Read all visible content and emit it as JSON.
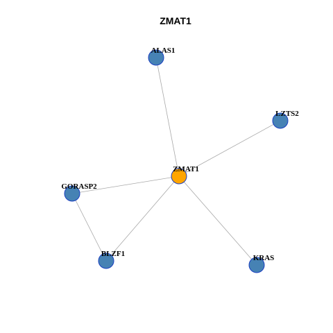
{
  "title": "ZMAT1",
  "colors": {
    "center_fill": "#FFA500",
    "neighbor_fill": "#4682B4",
    "node_stroke": "#1A3FC0",
    "edge": "#A8A8A8"
  },
  "nodes": [
    {
      "id": "ZMAT1",
      "label": "ZMAT1",
      "role": "center"
    },
    {
      "id": "ALAS1",
      "label": "ALAS1",
      "role": "neighbor"
    },
    {
      "id": "LZTS2",
      "label": "LZTS2",
      "role": "neighbor"
    },
    {
      "id": "GORASP2",
      "label": "GORASP2",
      "role": "neighbor"
    },
    {
      "id": "BLZF1",
      "label": "BLZF1",
      "role": "neighbor"
    },
    {
      "id": "KRAS",
      "label": "KRAS",
      "role": "neighbor"
    }
  ],
  "edges": [
    [
      "ZMAT1",
      "ALAS1"
    ],
    [
      "ZMAT1",
      "LZTS2"
    ],
    [
      "ZMAT1",
      "GORASP2"
    ],
    [
      "ZMAT1",
      "BLZF1"
    ],
    [
      "ZMAT1",
      "KRAS"
    ],
    [
      "GORASP2",
      "BLZF1"
    ]
  ]
}
